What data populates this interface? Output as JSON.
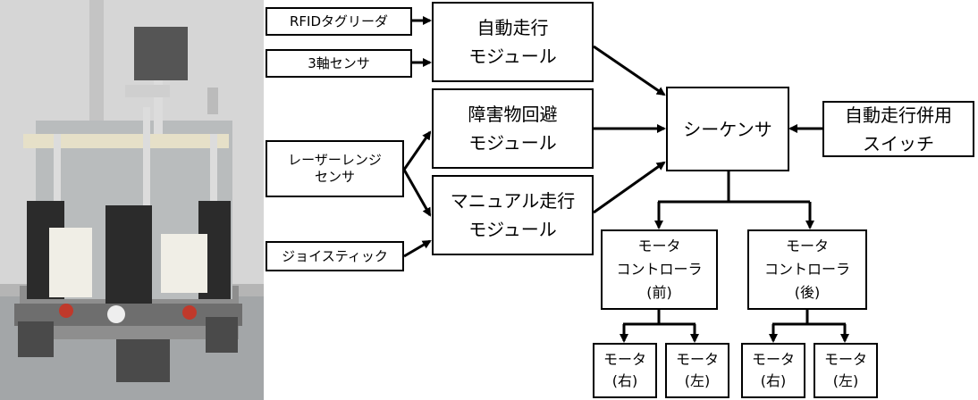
{
  "colors": {
    "line": "#000000",
    "box_fill": "#ffffff",
    "wall": "#d4d4d4",
    "floor": "#9ca0a2"
  },
  "photo": {
    "icon": "robot-platform-photo"
  },
  "inputs": {
    "rfid": "RFIDタグリーダ",
    "gyro": "3軸センサ",
    "laser": "レーザーレンジ\nセンサ",
    "joystick": "ジョイスティック"
  },
  "modules": {
    "auto": "自動走行\nモジュール",
    "avoid": "障害物回避\nモジュール",
    "manual": "マニュアル走行\nモジュール"
  },
  "sequencer": "シーケンサ",
  "switch": "自動走行併用\nスイッチ",
  "controllers": {
    "front": "モータ\nコントローラ\n(前)",
    "rear": "モータ\nコントローラ\n(後)"
  },
  "motors": {
    "front_right": "モータ\n(右)",
    "front_left": "モータ\n(左)",
    "rear_right": "モータ\n(右)",
    "rear_left": "モータ\n(左)"
  }
}
